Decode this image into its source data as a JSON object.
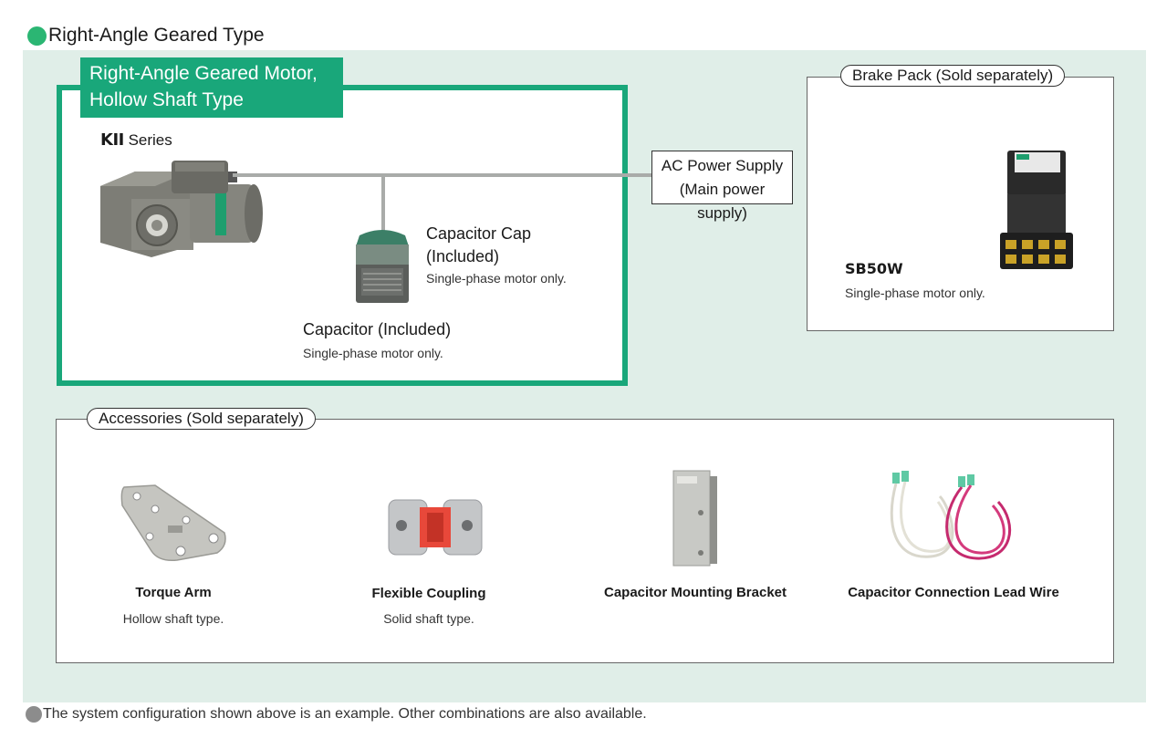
{
  "heading": "Right-Angle Geared Type",
  "motor": {
    "tab_title_line1": "Right-Angle Geared Motor,",
    "tab_title_line2": "Hollow Shaft Type",
    "series_logo": "KII",
    "series_label": "Series"
  },
  "capacitor_cap": {
    "title_line1": "Capacitor Cap",
    "title_line2": "(Included)",
    "note": "Single-phase motor only."
  },
  "capacitor": {
    "title": "Capacitor (Included)",
    "note": "Single-phase motor only."
  },
  "ac_power": {
    "line1": "AC Power Supply",
    "line2": "(Main power supply)"
  },
  "brake_pack": {
    "title": "Brake Pack (Sold separately)",
    "model": "SB50W",
    "note": "Single-phase motor only."
  },
  "accessories": {
    "title": "Accessories (Sold separately)",
    "items": [
      {
        "label": "Torque Arm",
        "note": "Hollow shaft type."
      },
      {
        "label": "Flexible Coupling",
        "note": "Solid shaft type."
      },
      {
        "label": "Capacitor Mounting Bracket",
        "note": ""
      },
      {
        "label": "Capacitor Connection Lead Wire",
        "note": ""
      }
    ]
  },
  "footer": "The system configuration shown above is an example. Other combinations are also available.",
  "colors": {
    "accent_green": "#19a77a",
    "panel_bg": "#e0eee8",
    "wire_grey": "#a9aba9"
  }
}
